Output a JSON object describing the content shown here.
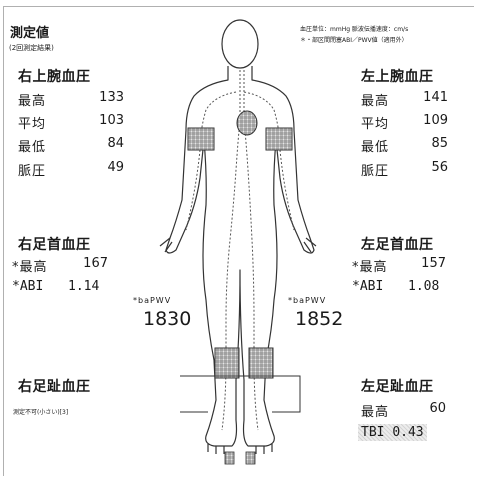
{
  "header": {
    "title": "測定値",
    "subtitle": "(2回測定結果)",
    "note_line1": "血圧単位：mmHg  脈波伝播速度：cm/s",
    "note_line2": "＊・部区間閉塞ABI／PWV値（適用外）"
  },
  "right_arm": {
    "title": "右上腕血圧",
    "rows": [
      {
        "label": "最高",
        "value": "133"
      },
      {
        "label": "平均",
        "value": "103"
      },
      {
        "label": "最低",
        "value": "84"
      },
      {
        "label": "脈圧",
        "value": "49"
      }
    ]
  },
  "left_arm": {
    "title": "左上腕血圧",
    "rows": [
      {
        "label": "最高",
        "value": "141"
      },
      {
        "label": "平均",
        "value": "109"
      },
      {
        "label": "最低",
        "value": "85"
      },
      {
        "label": "脈圧",
        "value": "56"
      }
    ]
  },
  "right_ankle": {
    "title": "右足首血圧",
    "max_label": "*最高",
    "max_value": "167",
    "abi_label": "*ABI",
    "abi_value": "1.14"
  },
  "left_ankle": {
    "title": "左足首血圧",
    "max_label": "*最高",
    "max_value": "157",
    "abi_label": "*ABI",
    "abi_value": "1.08"
  },
  "right_pwv": {
    "label": "*baPWV",
    "value": "1830"
  },
  "left_pwv": {
    "label": "*baPWV",
    "value": "1852"
  },
  "right_toe": {
    "title": "右足趾血圧",
    "note": "測定不可(小さい)[3]"
  },
  "left_toe": {
    "title": "左足趾血圧",
    "max_label": "最高",
    "max_value": "60",
    "tbi_label": "TBI",
    "tbi_value": "0.43"
  }
}
